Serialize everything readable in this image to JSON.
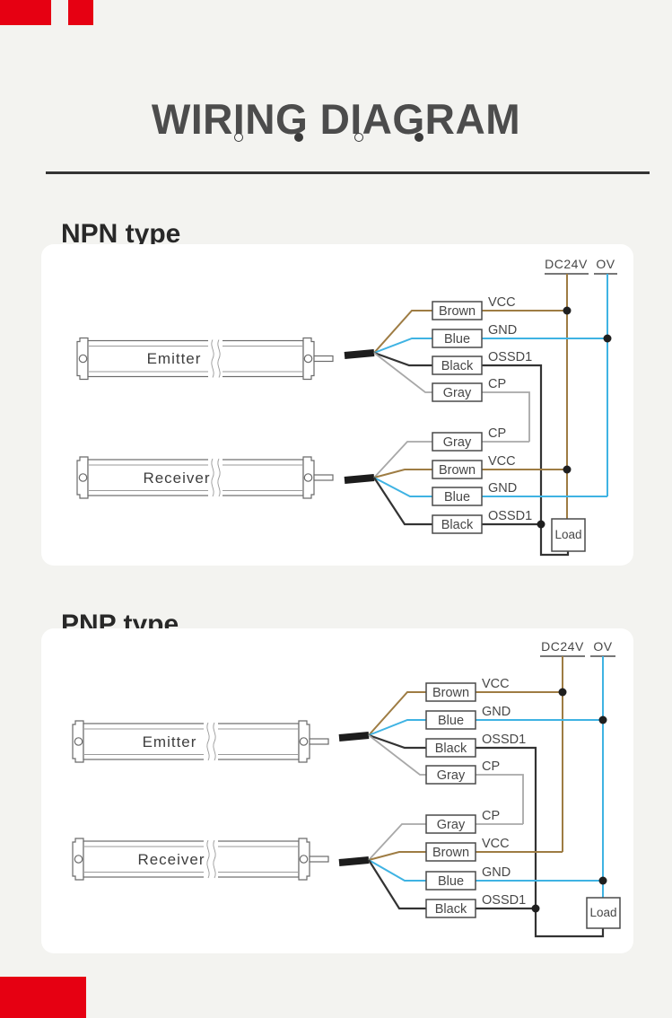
{
  "page": {
    "title": "WIRING DIAGRAM"
  },
  "dots": [
    "open",
    "filled",
    "open",
    "filled"
  ],
  "colors": {
    "red": "#e60012",
    "brown": "#9e7c43",
    "blue": "#3fb3e3",
    "wire_black": "#333333",
    "wire_gray": "#a8a8a8"
  },
  "sections": [
    {
      "heading": "NPN type",
      "power": {
        "positive": "DC24V",
        "negative": "OV"
      },
      "emitter": {
        "label": "Emitter",
        "wires": [
          {
            "color": "Brown",
            "signal": "VCC"
          },
          {
            "color": "Blue",
            "signal": "GND"
          },
          {
            "color": "Black",
            "signal": "OSSD1"
          },
          {
            "color": "Gray",
            "signal": "CP"
          }
        ]
      },
      "receiver": {
        "label": "Receiver",
        "wires": [
          {
            "color": "Gray",
            "signal": "CP"
          },
          {
            "color": "Brown",
            "signal": "VCC"
          },
          {
            "color": "Blue",
            "signal": "GND"
          },
          {
            "color": "Black",
            "signal": "OSSD1"
          }
        ]
      },
      "load": "Load"
    },
    {
      "heading": "PNP type",
      "power": {
        "positive": "DC24V",
        "negative": "OV"
      },
      "emitter": {
        "label": "Emitter",
        "wires": [
          {
            "color": "Brown",
            "signal": "VCC"
          },
          {
            "color": "Blue",
            "signal": "GND"
          },
          {
            "color": "Black",
            "signal": "OSSD1"
          },
          {
            "color": "Gray",
            "signal": "CP"
          }
        ]
      },
      "receiver": {
        "label": "Receiver",
        "wires": [
          {
            "color": "Gray",
            "signal": "CP"
          },
          {
            "color": "Brown",
            "signal": "VCC"
          },
          {
            "color": "Blue",
            "signal": "GND"
          },
          {
            "color": "Black",
            "signal": "OSSD1"
          }
        ]
      },
      "load": "Load"
    }
  ]
}
